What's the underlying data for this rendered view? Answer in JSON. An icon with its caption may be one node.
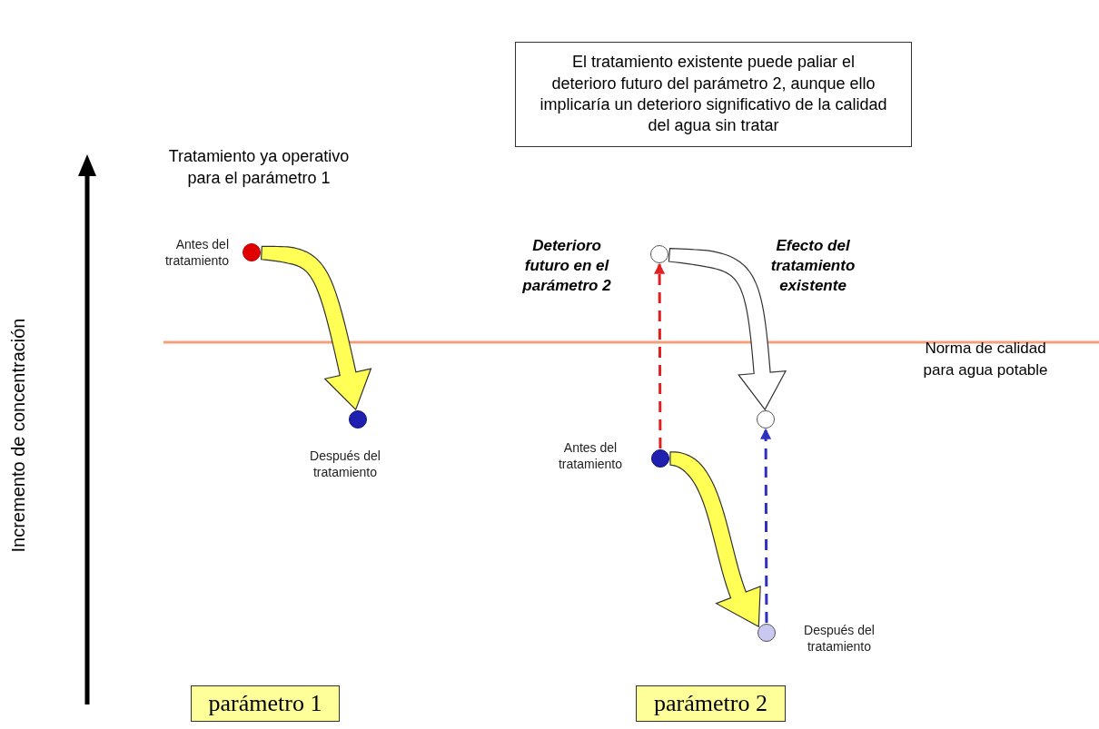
{
  "diagram": {
    "nodes": [
      {
        "text": [],
        "shape": "circle",
        "beside": [
          "Antes del tratamiento"
        ]
      },
      {
        "text": [],
        "shape": "circle",
        "beside": [
          "Después del tratamiento"
        ]
      },
      {
        "text": [],
        "shape": "circle"
      },
      {
        "text": [],
        "shape": "circle",
        "beside": [
          "Antes del tratamiento"
        ]
      },
      {
        "text": [],
        "shape": "circle"
      },
      {
        "text": [],
        "shape": "circle",
        "beside": [
          "Después del tratamiento"
        ]
      },
      {
        "text": [
          "El tratamiento existente puede  paliar el deterioro futuro del parámetro 2, aunque ello implicaría un deterioro significativo de la calidad del agua  sin tratar"
        ]
      },
      {
        "text": [
          "parámetro 1"
        ]
      },
      {
        "text": [
          "parámetro 2"
        ]
      }
    ],
    "edges": [
      {
        "from": 0,
        "to": 1,
        "arrow": "to",
        "style": "thick",
        "color": "#ffff55"
      },
      {
        "from": 3,
        "to": 2,
        "arrow": "to",
        "style": "dashed",
        "color": "#e02020"
      },
      {
        "from": 2,
        "to": 4,
        "arrow": "to",
        "style": "thick",
        "color": "#ffffff"
      },
      {
        "from": 3,
        "to": 5,
        "arrow": "to",
        "style": "thick",
        "color": "#ffff55"
      },
      {
        "from": 5,
        "to": 4,
        "arrow": "to",
        "style": "dashed",
        "color": "#3030c0"
      }
    ],
    "labels": [
      "Tratamiento ya operativo para el parámetro 1",
      "Deterioro futuro en el parámetro 2",
      "Efecto del tratamiento existente",
      "Norma de calidad para agua potable",
      "Incremento de concentración"
    ]
  }
}
